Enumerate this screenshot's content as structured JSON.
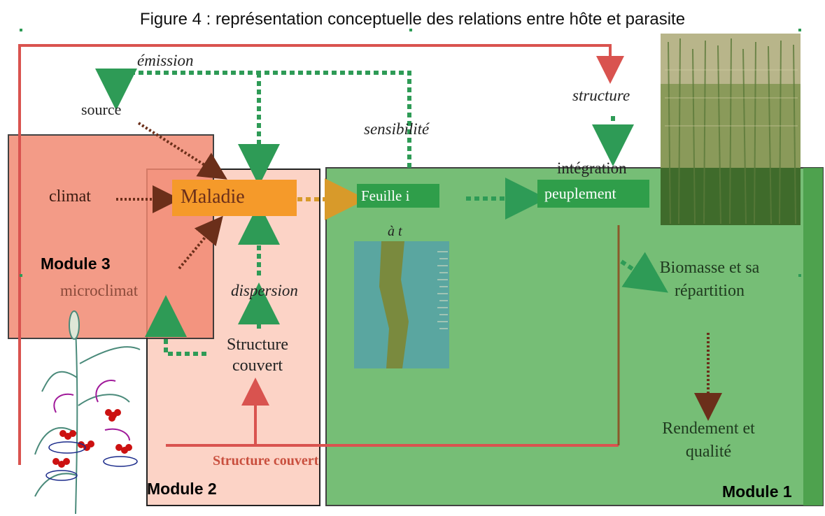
{
  "title": "Figure 4 : représentation conceptuelle des relations entre hôte et parasite",
  "modules": {
    "m1": "Module 1",
    "m2": "Module 2",
    "m3": "Module 3"
  },
  "nodes": {
    "emission": "émission",
    "source": "source",
    "climat": "climat",
    "maladie": "Maladie",
    "microclimat": "microclimat",
    "dispersion": "dispersion",
    "structure_couvert": "Structure couvert",
    "structure_couvert_bottom": "Structure couvert",
    "sensibilite": "sensibilité",
    "feuille": "Feuille i",
    "a_t": "à t",
    "structure": "structure",
    "integration": "intégration",
    "peuplement": "peuplement",
    "biomasse": "Biomasse et sa répartition",
    "rendement": "Rendement et qualité"
  },
  "colors": {
    "module1_fill": "#5fb35f",
    "module2_fill": "#fcd3c6",
    "module3_fill": "#f28a73",
    "red_line": "#d9534f",
    "green_dash": "#2e9b56",
    "brown_dash": "#6b2f1a",
    "orange_box": "#f59a2a",
    "green_box": "#2f9e4a"
  },
  "icons": {
    "wheat_photo": "wheat-field-photo",
    "leaf_photo": "leaf-sample-photo",
    "plant_drawing": "wheat-plant-drawing"
  }
}
